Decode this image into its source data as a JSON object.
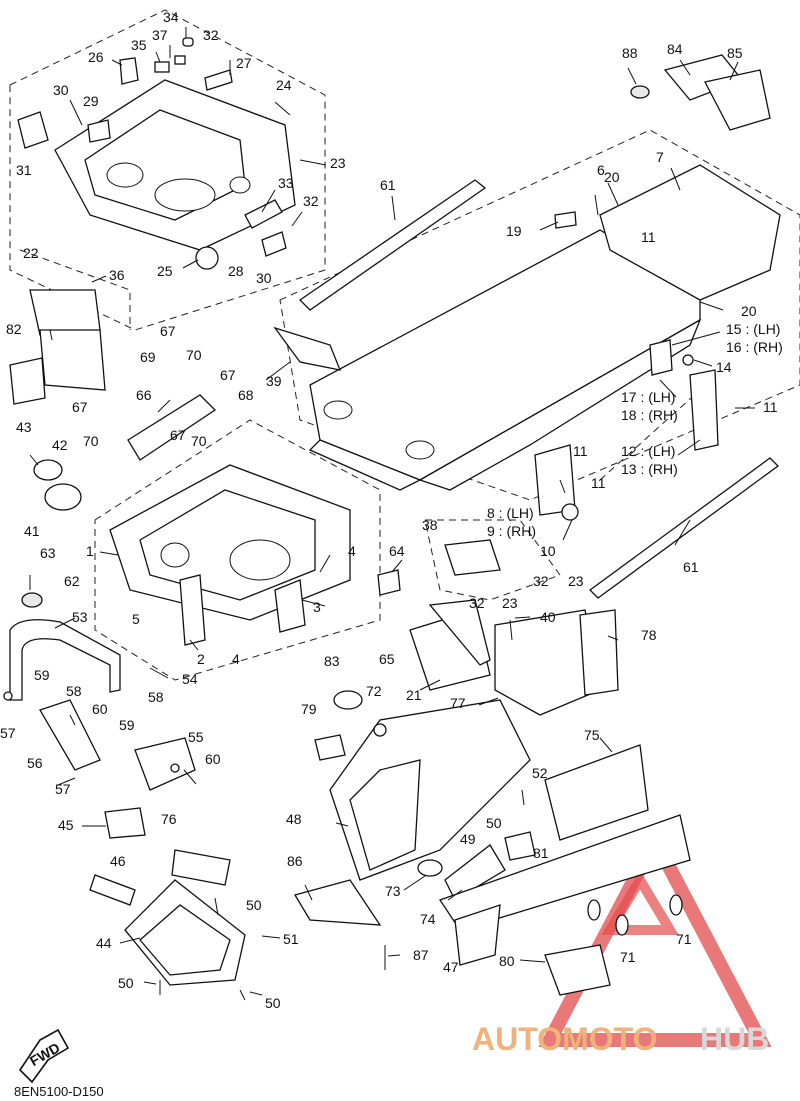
{
  "diagram": {
    "code": "8EN5100-D150",
    "direction_label": "FWD"
  },
  "watermark": {
    "part1": "AUTOMOTO",
    "part2": "HUB",
    "color_primary": "#f0b27a",
    "color_secondary": "#d8d8d8",
    "triangle_color": "#e24b4b"
  },
  "callouts": [
    {
      "id": "c34",
      "text": "34"
    },
    {
      "id": "c37",
      "text": "37"
    },
    {
      "id": "c35",
      "text": "35"
    },
    {
      "id": "c32a",
      "text": "32"
    },
    {
      "id": "c26",
      "text": "26"
    },
    {
      "id": "c27",
      "text": "27"
    },
    {
      "id": "c24",
      "text": "24"
    },
    {
      "id": "c30a",
      "text": "30"
    },
    {
      "id": "c29",
      "text": "29"
    },
    {
      "id": "c31",
      "text": "31"
    },
    {
      "id": "c23a",
      "text": "23"
    },
    {
      "id": "c33",
      "text": "33"
    },
    {
      "id": "c32b",
      "text": "32"
    },
    {
      "id": "c25",
      "text": "25"
    },
    {
      "id": "c28",
      "text": "28"
    },
    {
      "id": "c30b",
      "text": "30"
    },
    {
      "id": "c61a",
      "text": "61"
    },
    {
      "id": "c6",
      "text": "6"
    },
    {
      "id": "c7",
      "text": "7"
    },
    {
      "id": "c88",
      "text": "88"
    },
    {
      "id": "c84",
      "text": "84"
    },
    {
      "id": "c85",
      "text": "85"
    },
    {
      "id": "c20a",
      "text": "20"
    },
    {
      "id": "c19",
      "text": "19"
    },
    {
      "id": "c11a",
      "text": "11"
    },
    {
      "id": "c20b",
      "text": "20"
    },
    {
      "id": "c15",
      "text": "15 : (LH)"
    },
    {
      "id": "c16",
      "text": "16 : (RH)"
    },
    {
      "id": "c14",
      "text": "14"
    },
    {
      "id": "c17",
      "text": "17 : (LH)"
    },
    {
      "id": "c18",
      "text": "18 : (RH)"
    },
    {
      "id": "c11b",
      "text": "11"
    },
    {
      "id": "c12",
      "text": "12 : (LH)"
    },
    {
      "id": "c13",
      "text": "13 : (RH)"
    },
    {
      "id": "c11c",
      "text": "11"
    },
    {
      "id": "c11d",
      "text": "11"
    },
    {
      "id": "c8",
      "text": "8 : (LH)"
    },
    {
      "id": "c9",
      "text": "9 : (RH)"
    },
    {
      "id": "c10",
      "text": "10"
    },
    {
      "id": "c61b",
      "text": "61"
    },
    {
      "id": "c22",
      "text": "22"
    },
    {
      "id": "c36",
      "text": "36"
    },
    {
      "id": "c82",
      "text": "82"
    },
    {
      "id": "c67a",
      "text": "67"
    },
    {
      "id": "c69",
      "text": "69"
    },
    {
      "id": "c70a",
      "text": "70"
    },
    {
      "id": "c39",
      "text": "39"
    },
    {
      "id": "c67b",
      "text": "67"
    },
    {
      "id": "c66",
      "text": "66"
    },
    {
      "id": "c68",
      "text": "68"
    },
    {
      "id": "c67c",
      "text": "67"
    },
    {
      "id": "c70b",
      "text": "70"
    },
    {
      "id": "c67d",
      "text": "67"
    },
    {
      "id": "c70c",
      "text": "70"
    },
    {
      "id": "c43",
      "text": "43"
    },
    {
      "id": "c42",
      "text": "42"
    },
    {
      "id": "c41",
      "text": "41"
    },
    {
      "id": "c1",
      "text": "1"
    },
    {
      "id": "c4a",
      "text": "4"
    },
    {
      "id": "c63",
      "text": "63"
    },
    {
      "id": "c62",
      "text": "62"
    },
    {
      "id": "c38",
      "text": "38"
    },
    {
      "id": "c64",
      "text": "64"
    },
    {
      "id": "c53",
      "text": "53"
    },
    {
      "id": "c5",
      "text": "5"
    },
    {
      "id": "c3",
      "text": "3"
    },
    {
      "id": "c32c",
      "text": "32"
    },
    {
      "id": "c23b",
      "text": "23"
    },
    {
      "id": "c32d",
      "text": "32"
    },
    {
      "id": "c23c",
      "text": "23"
    },
    {
      "id": "c40",
      "text": "40"
    },
    {
      "id": "c78",
      "text": "78"
    },
    {
      "id": "c2",
      "text": "2"
    },
    {
      "id": "c4b",
      "text": "4"
    },
    {
      "id": "c65",
      "text": "65"
    },
    {
      "id": "c21",
      "text": "21"
    },
    {
      "id": "c59a",
      "text": "59"
    },
    {
      "id": "c54",
      "text": "54"
    },
    {
      "id": "c83",
      "text": "83"
    },
    {
      "id": "c72",
      "text": "72"
    },
    {
      "id": "c77",
      "text": "77"
    },
    {
      "id": "c58a",
      "text": "58"
    },
    {
      "id": "c57a",
      "text": "57"
    },
    {
      "id": "c60a",
      "text": "60"
    },
    {
      "id": "c59b",
      "text": "59"
    },
    {
      "id": "c58b",
      "text": "58"
    },
    {
      "id": "c79",
      "text": "79"
    },
    {
      "id": "c75",
      "text": "75"
    },
    {
      "id": "c56",
      "text": "56"
    },
    {
      "id": "c55",
      "text": "55"
    },
    {
      "id": "c60b",
      "text": "60"
    },
    {
      "id": "c57b",
      "text": "57"
    },
    {
      "id": "c52",
      "text": "52"
    },
    {
      "id": "c45",
      "text": "45"
    },
    {
      "id": "c48",
      "text": "48"
    },
    {
      "id": "c50a",
      "text": "50"
    },
    {
      "id": "c76",
      "text": "76"
    },
    {
      "id": "c49",
      "text": "49"
    },
    {
      "id": "c81",
      "text": "81"
    },
    {
      "id": "c46",
      "text": "46"
    },
    {
      "id": "c86",
      "text": "86"
    },
    {
      "id": "c73",
      "text": "73"
    },
    {
      "id": "c50b",
      "text": "50"
    },
    {
      "id": "c74",
      "text": "74"
    },
    {
      "id": "c71a",
      "text": "71"
    },
    {
      "id": "c44",
      "text": "44"
    },
    {
      "id": "c51",
      "text": "51"
    },
    {
      "id": "c71b",
      "text": "71"
    },
    {
      "id": "c87",
      "text": "87"
    },
    {
      "id": "c47",
      "text": "47"
    },
    {
      "id": "c80",
      "text": "80"
    },
    {
      "id": "c50c",
      "text": "50"
    },
    {
      "id": "c50d",
      "text": "50"
    }
  ]
}
